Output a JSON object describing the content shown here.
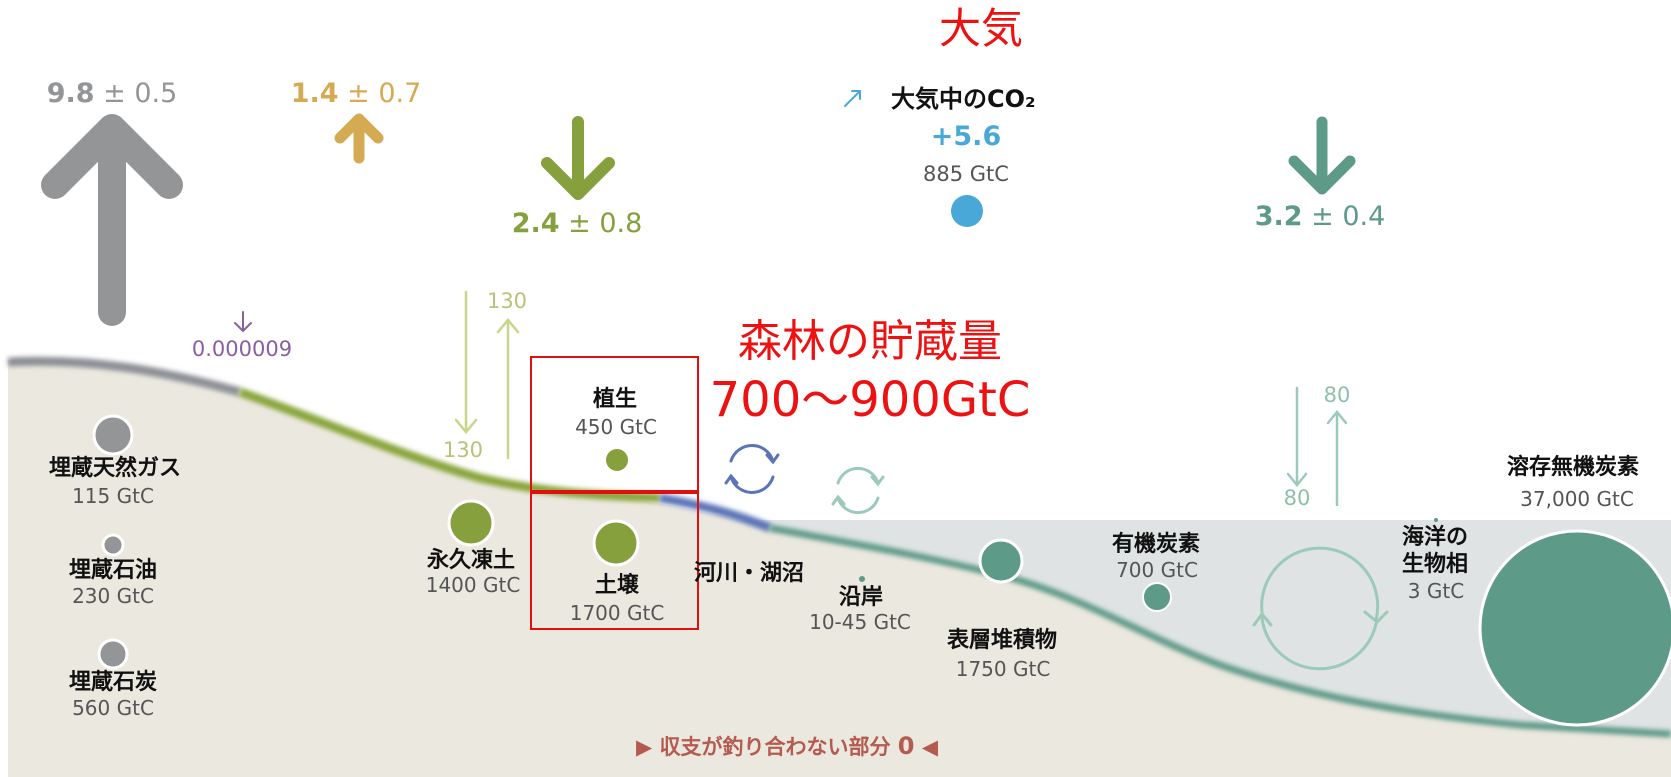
{
  "atmosphere": {
    "title": "大気",
    "co2_label": "大気中のCO₂",
    "co2_change": "+5.6",
    "co2_stock": "885 GtC"
  },
  "forest_note": {
    "line1": "森林の貯蔵量",
    "line2": "700～900GtC"
  },
  "fluxes": {
    "fossil": {
      "value": "9.8",
      "uncertainty": "± 0.5",
      "direction": "up"
    },
    "land_use": {
      "value": "1.4",
      "uncertainty": "± 0.7",
      "direction": "up"
    },
    "land_sink": {
      "value": "2.4",
      "uncertainty": "± 0.8",
      "direction": "down"
    },
    "ocean_sink": {
      "value": "3.2",
      "uncertainty": "± 0.4",
      "direction": "down"
    },
    "volcanic": {
      "value": "0.000009",
      "direction": "down"
    },
    "land_exchange_down": "130",
    "land_exchange_up": "130",
    "ocean_exchange_down": "80",
    "ocean_exchange_up": "80"
  },
  "reservoirs": {
    "gas": {
      "name": "埋蔵天然ガス",
      "stock": "115 GtC"
    },
    "oil": {
      "name": "埋蔵石油",
      "stock": "230 GtC"
    },
    "coal": {
      "name": "埋蔵石炭",
      "stock": "560 GtC"
    },
    "permafrost": {
      "name": "永久凍土",
      "stock": "1400 GtC"
    },
    "vegetation": {
      "name": "植生",
      "stock": "450 GtC"
    },
    "soil": {
      "name": "土壌",
      "stock": "1700 GtC"
    },
    "rivers": {
      "name": "河川・湖沼"
    },
    "coastal": {
      "name": "沿岸",
      "stock": "10-45 GtC"
    },
    "sediments": {
      "name": "表層堆積物",
      "stock": "1750 GtC"
    },
    "organic": {
      "name": "有機炭素",
      "stock": "700 GtC"
    },
    "marine_biota": {
      "name1": "海洋の",
      "name2": "生物相",
      "stock": "3 GtC"
    },
    "dic": {
      "name": "溶存無機炭素",
      "stock": "37,000 GtC"
    }
  },
  "budget_note": {
    "prefix": "▶ 収支が釣り合わない部分",
    "value": "0",
    "suffix": "◀"
  },
  "colors": {
    "fossil": "#939597",
    "land_use": "#d4aa52",
    "land": "#86a03e",
    "land_light": "#c8d68a",
    "ocean": "#5e9a88",
    "ocean_light": "#9ccab8",
    "atmosphere": "#4aa8d8",
    "volcanic": "#8a5fa0",
    "rivers": "#5b74b8",
    "ground": "#ebe8df",
    "water": "#dfe3e4",
    "highlight": "#e01010"
  }
}
